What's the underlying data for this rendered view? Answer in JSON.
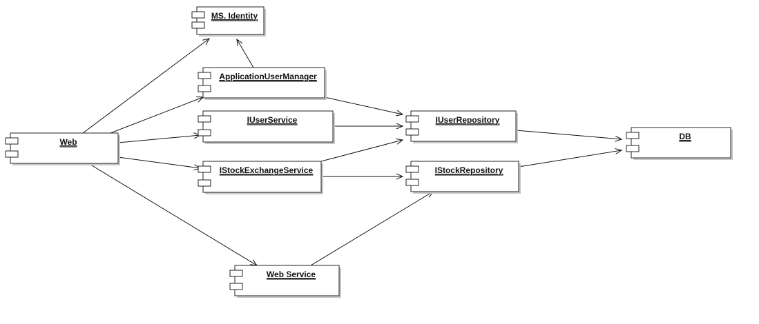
{
  "diagram": {
    "type": "uml-component-diagram",
    "components": [
      {
        "id": "ms_identity",
        "label": "MS. Identity"
      },
      {
        "id": "app_user_manager",
        "label": "ApplicationUserManager"
      },
      {
        "id": "iuser_service",
        "label": "IUserService"
      },
      {
        "id": "istock_exchange_service",
        "label": "IStockExchangeService"
      },
      {
        "id": "web",
        "label": "Web"
      },
      {
        "id": "web_service",
        "label": "Web Service"
      },
      {
        "id": "iuser_repository",
        "label": "IUserRepository"
      },
      {
        "id": "istock_repository",
        "label": "IStockRepository"
      },
      {
        "id": "db",
        "label": "DB"
      }
    ],
    "dependencies": [
      {
        "from": "web",
        "to": "ms_identity"
      },
      {
        "from": "web",
        "to": "app_user_manager"
      },
      {
        "from": "web",
        "to": "iuser_service"
      },
      {
        "from": "web",
        "to": "istock_exchange_service"
      },
      {
        "from": "web",
        "to": "web_service"
      },
      {
        "from": "app_user_manager",
        "to": "ms_identity"
      },
      {
        "from": "app_user_manager",
        "to": "iuser_repository"
      },
      {
        "from": "iuser_service",
        "to": "iuser_repository"
      },
      {
        "from": "istock_exchange_service",
        "to": "iuser_repository"
      },
      {
        "from": "istock_exchange_service",
        "to": "istock_repository"
      },
      {
        "from": "web_service",
        "to": "istock_repository"
      },
      {
        "from": "iuser_repository",
        "to": "db"
      },
      {
        "from": "istock_repository",
        "to": "db"
      }
    ]
  }
}
